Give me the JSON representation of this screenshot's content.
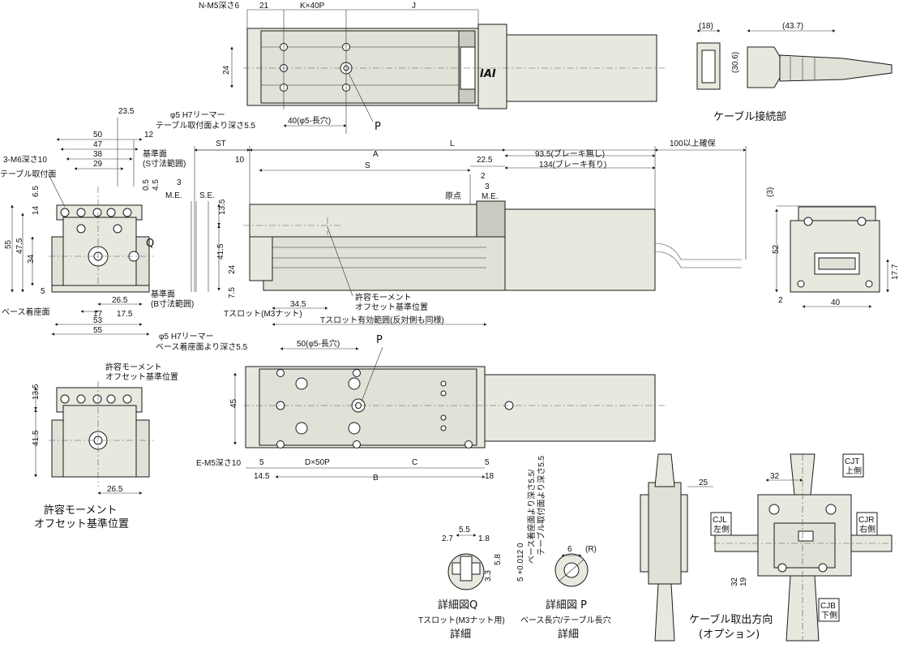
{
  "top_view": {
    "n_m5": "N-M5深さ6",
    "d21": "21",
    "kx40p": "K×40P",
    "j": "J",
    "d24": "24",
    "phi5": "φ5 H7リーマー",
    "phi5_sub": "テーブル取付面より深さ5.5",
    "d40": "40(φ5-長穴)",
    "p": "P"
  },
  "cable": {
    "d18": "(18)",
    "d43_7": "(43.7)",
    "d30_6": "(30.6)",
    "title": "ケーブル接続部"
  },
  "side_view": {
    "st": "ST",
    "a": "A",
    "l": "L",
    "d100": "100以上確保",
    "d10": "10",
    "s": "S",
    "d22_5": "22.5",
    "d93_5": "93.5(ブレーキ無し)",
    "d134": "134(ブレーキ有り)",
    "d2": "2",
    "d3": "3",
    "genten": "原点",
    "me": "M.E.",
    "d13_5": "13.5",
    "d41_5": "41.5",
    "d24": "24",
    "d7_5": "7.5",
    "d34_5": "34.5",
    "moment1": "許容モーメント",
    "moment2": "オフセット基準位置",
    "tslot": "Tスロット(M3ナット)",
    "tslot_range": "Tスロット有効範囲(反対側も同様)"
  },
  "end_view": {
    "d50": "50",
    "d47": "47",
    "d38": "38",
    "d29": "29",
    "d23_5": "23.5",
    "d12": "12",
    "m6": "3-M6深さ10",
    "table_face": "テーブル取付面",
    "d6_5": "6.5",
    "d14": "14",
    "d55": "55",
    "d47_5": "47.5",
    "d34": "34",
    "d5": "5",
    "base_face": "ベース着座面",
    "d17": "17",
    "d26_5": "26.5",
    "d17_5": "17.5",
    "d53": "53",
    "d55b": "55",
    "ref1": "基準面",
    "ref1_sub": "(S寸法範囲)",
    "ref2": "基準面",
    "ref2_sub": "(B寸法範囲)",
    "d0_5": "0.5",
    "d4_5": "4.5",
    "d3": "3",
    "me": "M.E.",
    "se": "S.E.",
    "q": "Q"
  },
  "bottom_view": {
    "phi5": "φ5 H7リーマー",
    "phi5_sub": "ベース着座面より深さ5.5",
    "d50": "50(φ5-長穴)",
    "p": "P",
    "d45": "45",
    "e_m5": "E-M5深さ10",
    "d5a": "5",
    "dx50p": "D×50P",
    "c": "C",
    "d5b": "5",
    "d14_5": "14.5",
    "b": "B",
    "d18": "18"
  },
  "offset_view": {
    "moment1": "許容モーメント",
    "moment2": "オフセット基準位置",
    "d13_5": "13.5",
    "d41_5": "41.5",
    "d26_5": "26.5",
    "title1": "許容モーメント",
    "title2": "オフセット基準位置"
  },
  "right_end": {
    "d3": "(3)",
    "d52": "52",
    "d2": "2",
    "d17_7": "17.7",
    "d40": "40"
  },
  "detail_q": {
    "d2_7": "2.7",
    "d5_5": "5.5",
    "d1_8": "1.8",
    "d5_8": "5.8",
    "d3_3": "3.3",
    "title": "詳細図Q",
    "sub": "Tスロット(M3ナット用)",
    "sub2": "詳細"
  },
  "detail_p": {
    "tol": "5 +0.012 0",
    "depth": "ベース着座面より深さ5.5/",
    "depth2": "テーブル取付面より深さ5.5",
    "d6": "6",
    "r": "(R)",
    "title": "詳細図 P",
    "sub": "ベース長穴/テーブル長穴",
    "sub2": "詳細"
  },
  "cable_dir": {
    "d32": "32",
    "d25": "25",
    "cjt": "CJT",
    "cjt_sub": "上側",
    "cjl": "CJL",
    "cjl_sub": "左側",
    "cjr": "CJR",
    "cjr_sub": "右側",
    "cjb": "CJB",
    "cjb_sub": "下側",
    "d32b": "32",
    "d19": "19",
    "title1": "ケーブル取出方向",
    "title2": "(オプション)"
  }
}
